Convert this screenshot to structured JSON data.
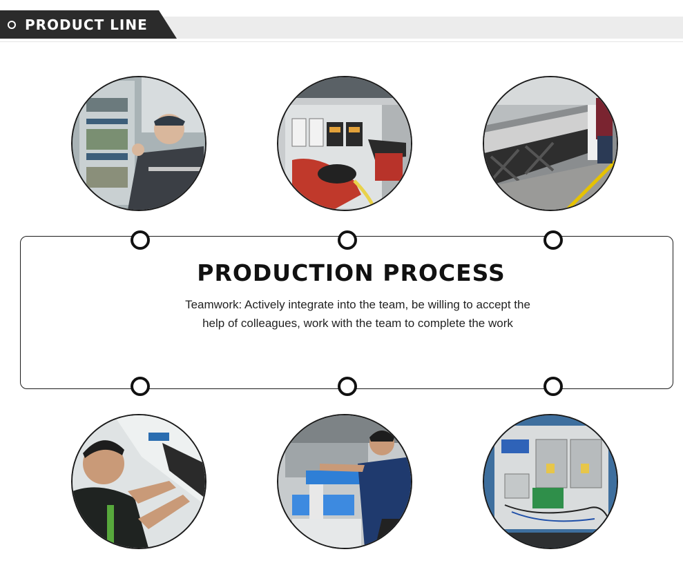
{
  "header": {
    "title": "PRODUCT LINE",
    "bullet_icon": "ring-bullet-icon"
  },
  "process": {
    "title": "PRODUCTION PROCESS",
    "description": "Teamwork: Actively integrate into the team, be willing to accept the help of colleagues, work with the team to complete the work"
  },
  "colors": {
    "header_dark": "#2b2b2b",
    "header_gray": "#ececec",
    "border": "#1a1a1a"
  }
}
